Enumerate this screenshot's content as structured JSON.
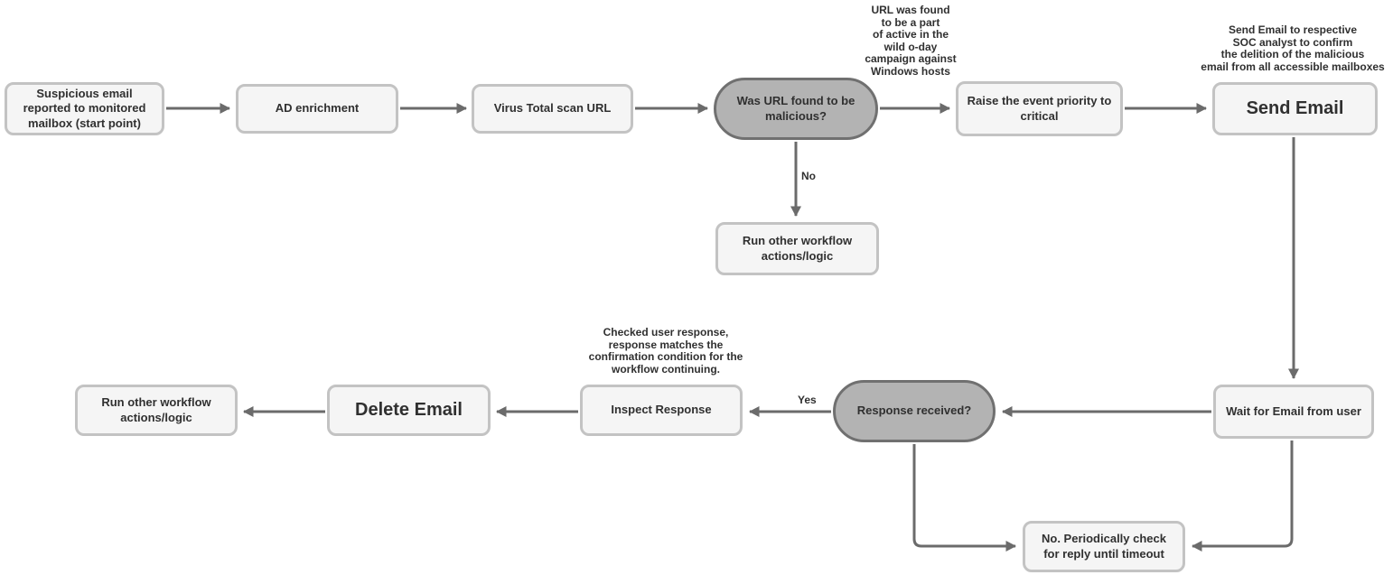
{
  "diagram": {
    "type": "flowchart",
    "colors": {
      "node_fill": "#f5f5f5",
      "node_border": "#c3c3c3",
      "decision_fill": "#b3b3b3",
      "decision_border": "#707070",
      "arrow": "#6b6b6b",
      "text": "#303030",
      "background": "#ffffff"
    },
    "nodes": {
      "start": {
        "label": "Suspicious email reported to monitored mailbox (start point)",
        "shape": "rounded-rect"
      },
      "ad_enrichment": {
        "label": "AD enrichment",
        "shape": "rounded-rect"
      },
      "virus_total_scan": {
        "label": "Virus Total scan URL",
        "shape": "rounded-rect"
      },
      "was_url_malicious": {
        "label": "Was URL found to be malicious?",
        "shape": "stadium-decision"
      },
      "raise_priority": {
        "label": "Raise the event priority to critical",
        "shape": "rounded-rect"
      },
      "send_email": {
        "label": "Send Email",
        "shape": "rounded-rect"
      },
      "run_other_workflow_top": {
        "label": "Run other workflow actions/logic",
        "shape": "rounded-rect"
      },
      "wait_for_email": {
        "label": "Wait for Email from user",
        "shape": "rounded-rect"
      },
      "response_received": {
        "label": "Response received?",
        "shape": "stadium-decision"
      },
      "inspect_response": {
        "label": "Inspect Response",
        "shape": "rounded-rect"
      },
      "delete_email": {
        "label": "Delete Email",
        "shape": "rounded-rect"
      },
      "run_other_workflow_bottom": {
        "label": "Run other workflow actions/logic",
        "shape": "rounded-rect"
      },
      "periodic_check": {
        "label": "No. Periodically check for reply until timeout",
        "shape": "rounded-rect"
      }
    },
    "annotations": {
      "zero_day_note": "URL was found\nto be a part\nof active in the\nwild o-day\ncampaign against\nWindows hosts",
      "send_email_note": "Send Email to respective\nSOC analyst to confirm\nthe delition of the malicious\nemail from all accessible mailboxes",
      "checked_response_note": "Checked user response,\nresponse matches the\nconfirmation condition for the\nworkflow continuing."
    },
    "edges": [
      {
        "from": "start",
        "to": "ad_enrichment",
        "label": ""
      },
      {
        "from": "ad_enrichment",
        "to": "virus_total_scan",
        "label": ""
      },
      {
        "from": "virus_total_scan",
        "to": "was_url_malicious",
        "label": ""
      },
      {
        "from": "was_url_malicious",
        "to": "raise_priority",
        "label": ""
      },
      {
        "from": "raise_priority",
        "to": "send_email",
        "label": ""
      },
      {
        "from": "was_url_malicious",
        "to": "run_other_workflow_top",
        "label": "No"
      },
      {
        "from": "send_email",
        "to": "wait_for_email",
        "label": ""
      },
      {
        "from": "wait_for_email",
        "to": "response_received",
        "label": ""
      },
      {
        "from": "response_received",
        "to": "inspect_response",
        "label": "Yes"
      },
      {
        "from": "inspect_response",
        "to": "delete_email",
        "label": ""
      },
      {
        "from": "delete_email",
        "to": "run_other_workflow_bottom",
        "label": ""
      },
      {
        "from": "response_received",
        "to": "periodic_check",
        "label": ""
      },
      {
        "from": "wait_for_email",
        "to": "periodic_check",
        "label": ""
      }
    ]
  }
}
